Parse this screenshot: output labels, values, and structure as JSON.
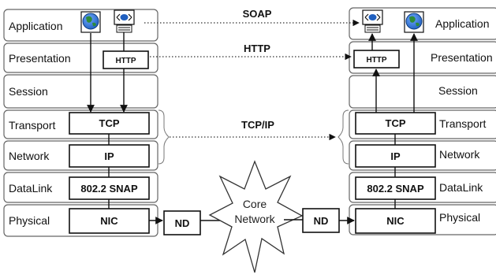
{
  "colors": {
    "globe_blue": "#1f5fbf",
    "globe_green": "#2e8b3a",
    "eye_blue": "#1f5fbf",
    "layer_border": "#666666",
    "box_border": "#111111"
  },
  "left_stack": {
    "layers": [
      "Application",
      "Presentation",
      "Session",
      "Transport",
      "Network",
      "DataLink",
      "Physical"
    ]
  },
  "right_stack": {
    "layers": [
      "Application",
      "Presentation",
      "Session",
      "Transport",
      "Network",
      "DataLink",
      "Physical"
    ]
  },
  "protocols": {
    "http": "HTTP",
    "tcp": "TCP",
    "ip": "IP",
    "snap": "802.2 SNAP",
    "nic": "NIC",
    "nd": "ND"
  },
  "links": {
    "soap": "SOAP",
    "http": "HTTP",
    "tcpip": "TCP/IP"
  },
  "cloud": {
    "line1": "Core",
    "line2": "Network"
  },
  "icons": [
    "globe-icon",
    "web-service-icon"
  ]
}
